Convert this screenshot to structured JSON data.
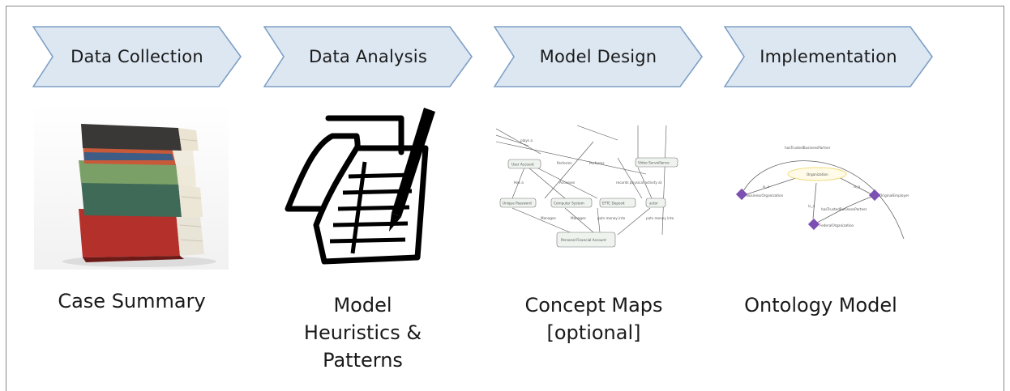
{
  "stages": [
    {
      "label": "Data Collection",
      "caption": [
        "Case Summary"
      ]
    },
    {
      "label": "Data Analysis",
      "caption": [
        "Model",
        "Heuristics &",
        "Patterns"
      ]
    },
    {
      "label": "Model Design",
      "caption": [
        "Concept Maps",
        "[optional]"
      ]
    },
    {
      "label": "Implementation",
      "caption": [
        "Ontology Model"
      ]
    }
  ],
  "colors": {
    "chevron_fill": "#dde7f2",
    "chevron_stroke": "#7d9fc5",
    "accent": "#7c4fb3"
  },
  "concept_map": {
    "nodes": [
      "User Account",
      "Unique Password",
      "Computer System",
      "EFTC Deposit",
      "Video Surveillance",
      "actor",
      "Personal Financial Account"
    ],
    "edges": [
      "plays a",
      "Performs",
      "Performs",
      "Has a",
      "Accesses",
      "records physical activity at",
      "Manages",
      "Manages",
      "puts money into",
      "puts money into"
    ]
  },
  "ontology": {
    "nodes": [
      "Organization",
      "BusinessOrganization",
      "OriginalEmployer",
      "FederalOrganization"
    ],
    "edges": [
      "hasTrustedBusinessPartner",
      "hasTrustedBusinessPartner",
      "is_a",
      "is_a",
      "is_a"
    ]
  }
}
